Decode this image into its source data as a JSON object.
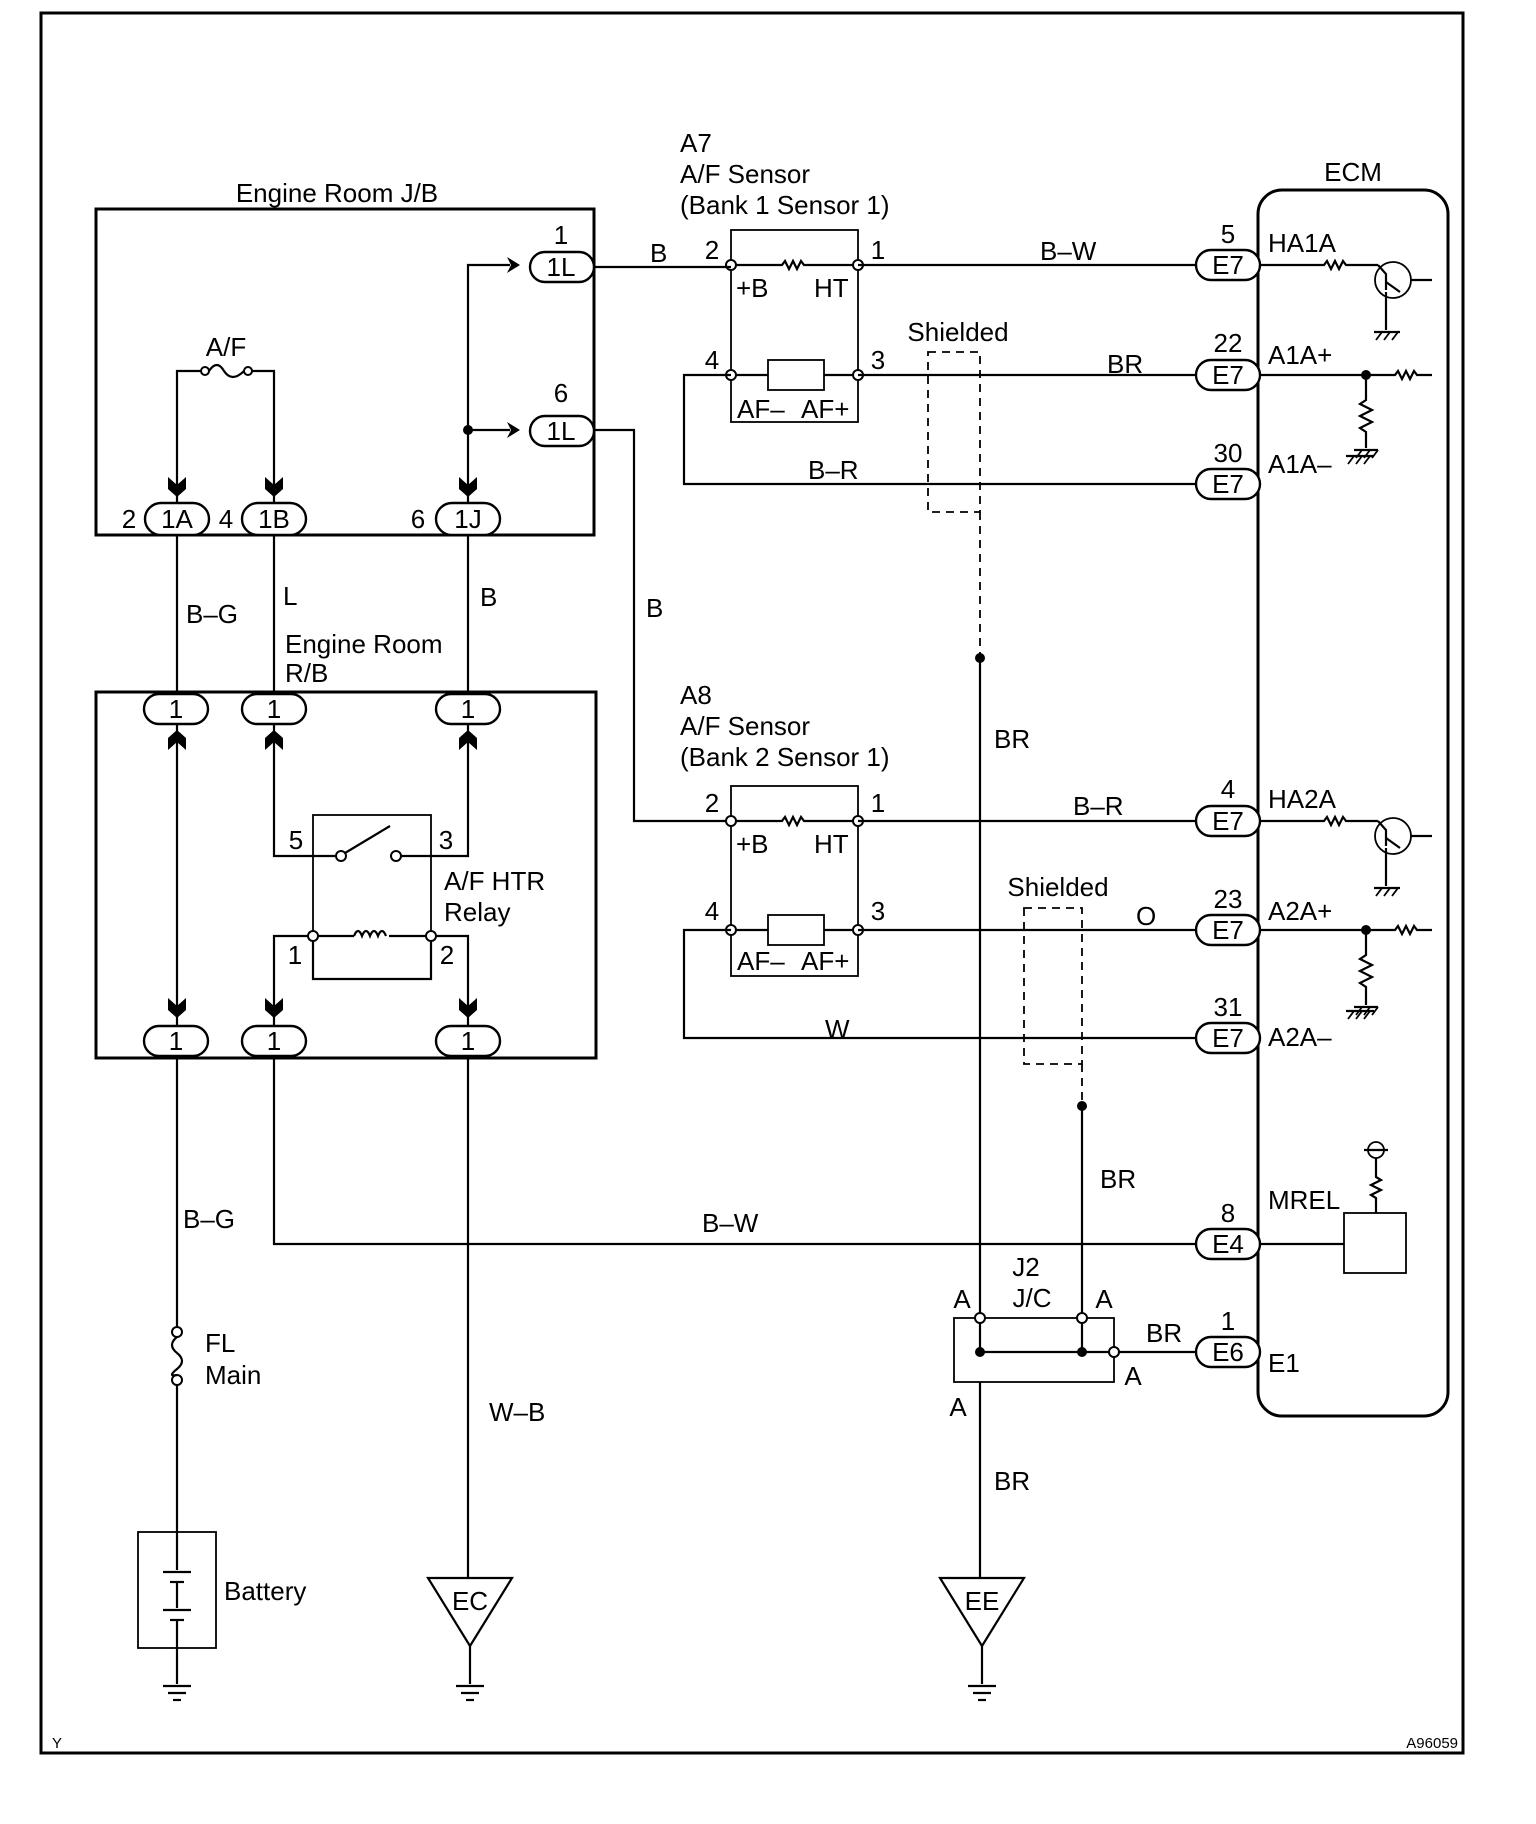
{
  "labels": {
    "engine_room_jb": "Engine Room J/B",
    "af_fuse": "A/F",
    "engine_room_rb_1": "Engine Room",
    "engine_room_rb_2": "R/B",
    "relay_1": "A/F HTR",
    "relay_2": "Relay",
    "a7_id": "A7",
    "a7_name": "A/F Sensor",
    "a7_sub": "(Bank 1 Sensor 1)",
    "a8_id": "A8",
    "a8_name": "A/F Sensor",
    "a8_sub": "(Bank 2 Sensor 1)",
    "ecm": "ECM",
    "shielded": "Shielded",
    "fl_1": "FL",
    "fl_2": "Main",
    "battery": "Battery",
    "j2_1": "J2",
    "j2_2": "J/C",
    "corner_left": "Y",
    "corner_right": "A96059"
  },
  "jb_connectors": {
    "c1a": "1A",
    "c1b": "1B",
    "c1j": "1J",
    "c1l": "1L",
    "p2": "2",
    "p4": "4",
    "p6": "6",
    "p1": "1",
    "p6b": "6"
  },
  "rb_connectors": {
    "pin": "1"
  },
  "relay_pins": {
    "p5": "5",
    "p3": "3",
    "p1": "1",
    "p2": "2"
  },
  "sensor_pins": {
    "plusb": "+B",
    "ht": "HT",
    "afminus": "AF–",
    "afplus": "AF+",
    "p2": "2",
    "p1": "1",
    "p4": "4",
    "p3": "3"
  },
  "wires": {
    "b": "B",
    "b_w": "B–W",
    "br": "BR",
    "b_r": "B–R",
    "b_g": "B–G",
    "l": "L",
    "o": "O",
    "w": "W",
    "w_b": "W–B"
  },
  "ecm_connectors": {
    "e7": "E7",
    "e4": "E4",
    "e6": "E6",
    "pin5": "5",
    "pin22": "22",
    "pin30": "30",
    "pin4": "4",
    "pin23": "23",
    "pin31": "31",
    "pin8": "8",
    "pin1": "1"
  },
  "ecm_terminals": {
    "ha1a": "HA1A",
    "a1aplus": "A1A+",
    "a1aminus": "A1A–",
    "ha2a": "HA2A",
    "a2aplus": "A2A+",
    "a2aminus": "A2A–",
    "mrel": "MREL",
    "e1": "E1"
  },
  "junction_pins": {
    "a": "A"
  },
  "grounds": {
    "ec": "EC",
    "ee": "EE"
  }
}
